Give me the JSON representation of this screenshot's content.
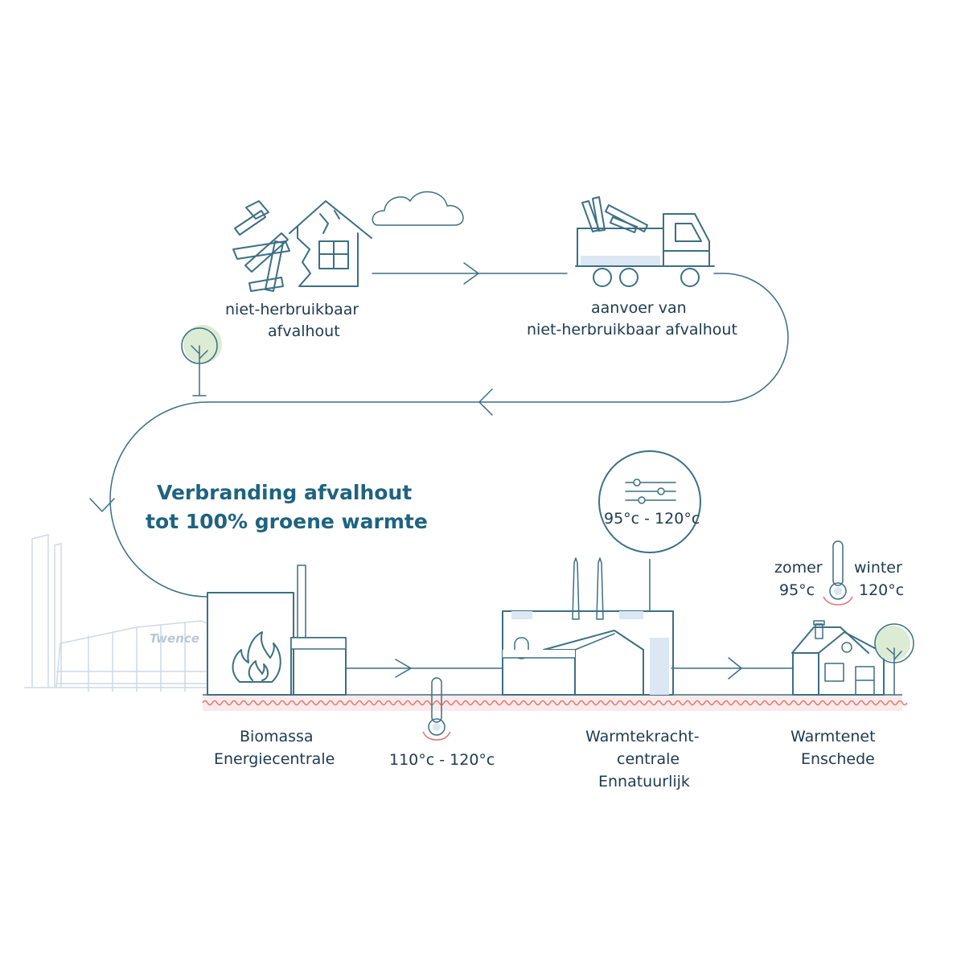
{
  "title": {
    "line1": "Verbranding afvalhout",
    "line2": "tot 100% groene warmte"
  },
  "steps": {
    "waste_wood": {
      "line1": "niet-herbruikbaar",
      "line2": "afvalhout"
    },
    "transport": {
      "line1": "aanvoer van",
      "line2": "niet-herbruikbaar afvalhout"
    },
    "biomass_plant": {
      "line1": "Biomassa",
      "line2": "Energiecentrale"
    },
    "chp_plant": {
      "line1": "Warmtekracht-",
      "line2": "centrale",
      "line3": "Ennatuurlijk"
    },
    "heat_network": {
      "line1": "Warmtenet",
      "line2": "Enschede"
    }
  },
  "temperatures": {
    "pipe": "110°c - 120°c",
    "control": "95°c - 120°c",
    "summer_label": "zomer",
    "summer_value": "95°c",
    "winter_label": "winter",
    "winter_value": "120°c"
  },
  "logo_text": "Twence",
  "colors": {
    "line": "#3c6f84",
    "title": "#1e6381",
    "text": "#1d3a4f",
    "fill_light": "#dbe7f3",
    "heat_wave": "#e07a7a",
    "ground": "#fbeaea",
    "tree_leaf": "#dcebd4"
  },
  "icons": [
    "hammer-icon",
    "broken-house-icon",
    "cloud-icon",
    "truck-icon",
    "tree-icon",
    "flame-icon",
    "thermometer-icon",
    "slider-control-icon",
    "house-icon"
  ]
}
